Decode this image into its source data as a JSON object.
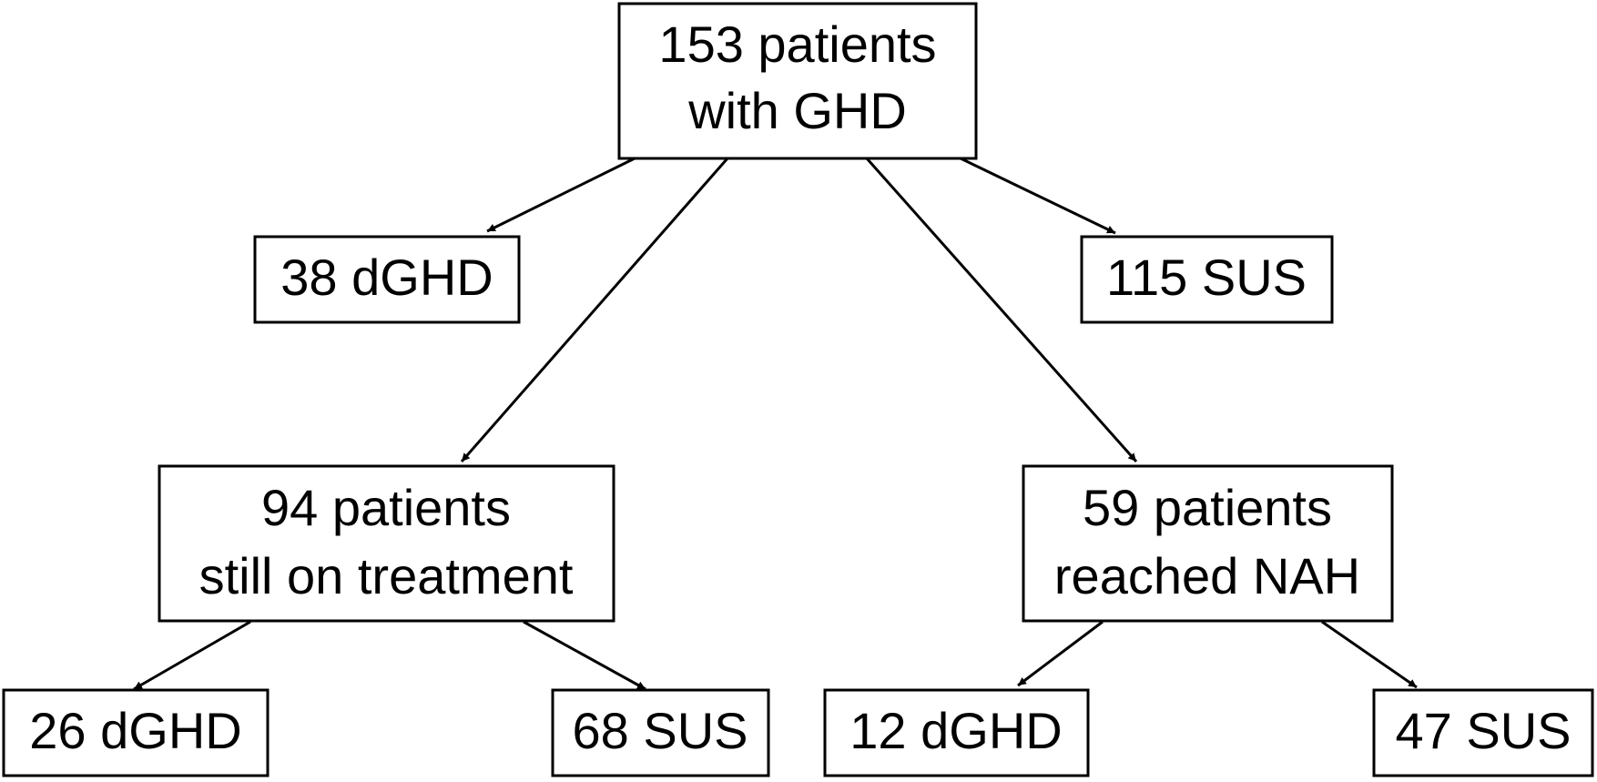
{
  "diagram": {
    "nodes": {
      "root": {
        "lines": [
          "153 patients",
          "with GHD"
        ]
      },
      "dghd_total": {
        "lines": [
          "38 dGHD"
        ]
      },
      "sus_total": {
        "lines": [
          "115 SUS"
        ]
      },
      "on_treatment": {
        "lines": [
          "94 patients",
          "still on treatment"
        ]
      },
      "reached_nah": {
        "lines": [
          "59 patients",
          "reached NAH"
        ]
      },
      "treat_dghd": {
        "lines": [
          "26 dGHD"
        ]
      },
      "treat_sus": {
        "lines": [
          "68 SUS"
        ]
      },
      "nah_dghd": {
        "lines": [
          "12 dGHD"
        ]
      },
      "nah_sus": {
        "lines": [
          "47 SUS"
        ]
      }
    },
    "edges": [
      {
        "from": "root",
        "to": "dghd_total"
      },
      {
        "from": "root",
        "to": "sus_total"
      },
      {
        "from": "root",
        "to": "on_treatment"
      },
      {
        "from": "root",
        "to": "reached_nah"
      },
      {
        "from": "on_treatment",
        "to": "treat_dghd"
      },
      {
        "from": "on_treatment",
        "to": "treat_sus"
      },
      {
        "from": "reached_nah",
        "to": "nah_dghd"
      },
      {
        "from": "reached_nah",
        "to": "nah_sus"
      }
    ]
  }
}
